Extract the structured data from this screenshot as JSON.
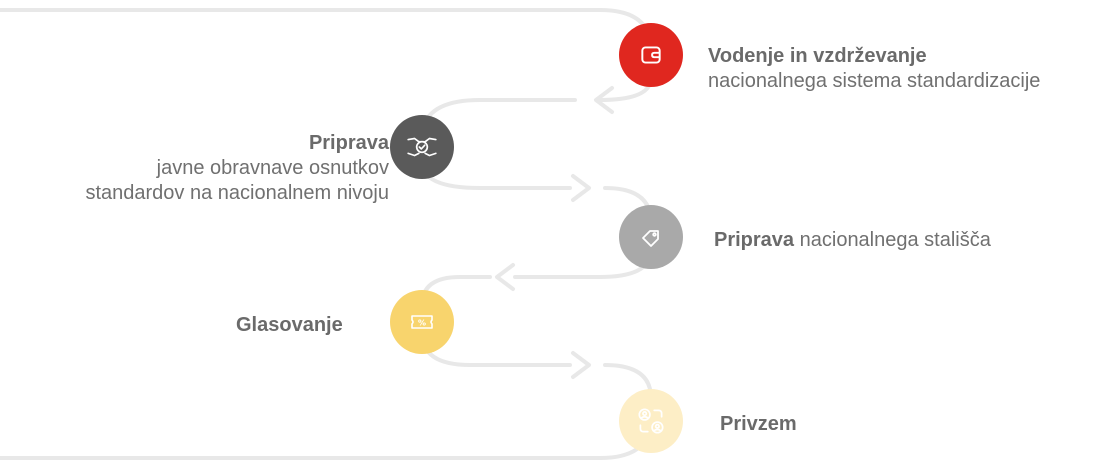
{
  "colors": {
    "connector": "#e8e8e8",
    "step1": "#e0271f",
    "step2": "#5a5a5a",
    "step3": "#a9a9a9",
    "step4": "#f8d46d",
    "step5": "#fdeec6"
  },
  "steps": [
    {
      "icon": "wallet-icon",
      "title": "Vodenje in vzdrževanje",
      "text": "nacionalnega sistema standardizacije"
    },
    {
      "icon": "handshake-icon",
      "title": "Priprava",
      "text_line1": "javne obravnave osnutkov",
      "text_line2": "standardov na nacionalnem nivoju"
    },
    {
      "icon": "tag-icon",
      "title": "Priprava",
      "text": "nacionalnega stališča"
    },
    {
      "icon": "ballot-ticket-icon",
      "title": "Glasovanje"
    },
    {
      "icon": "user-exchange-icon",
      "title": "Privzem"
    }
  ]
}
